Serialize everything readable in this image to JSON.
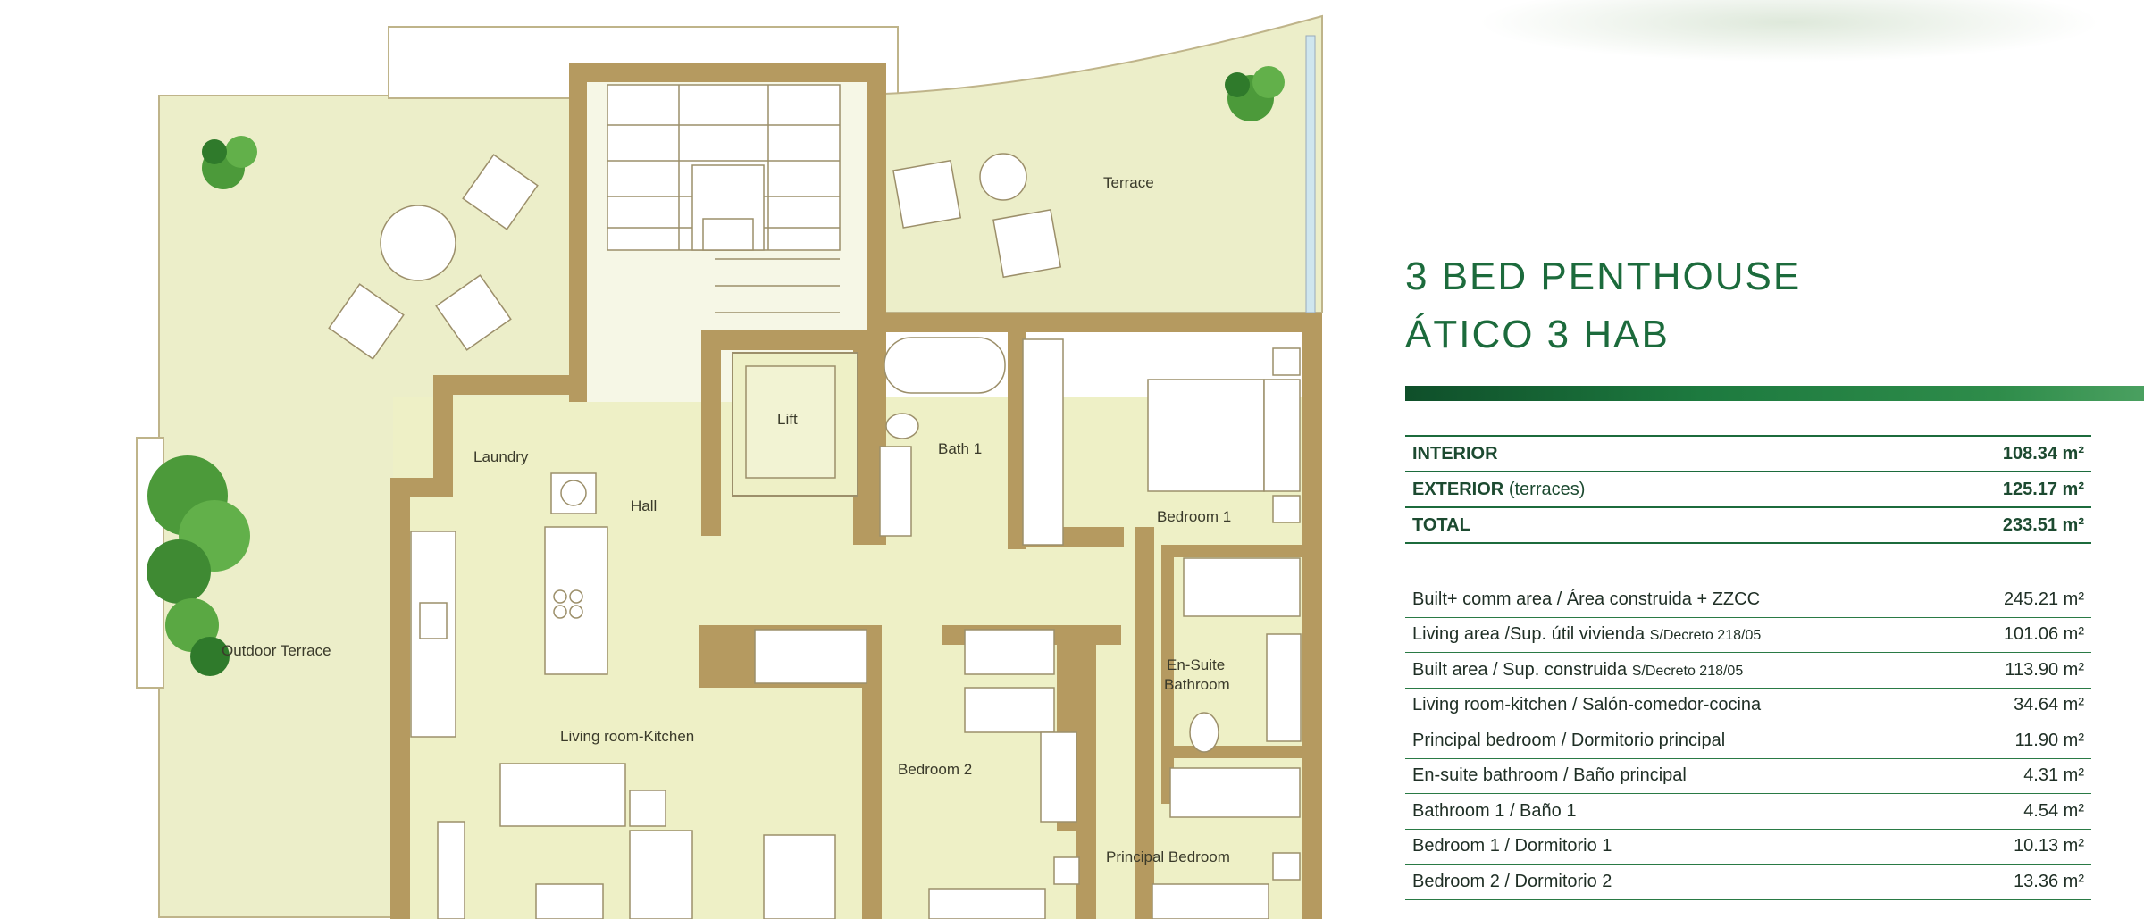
{
  "title": {
    "line1": "3 BED PENTHOUSE",
    "line2": "ÁTICO 3 HAB"
  },
  "summary": {
    "interior": {
      "label": "INTERIOR",
      "value": "108.34 m²"
    },
    "exterior": {
      "label": "EXTERIOR",
      "label_suffix": "(terraces)",
      "value": "125.17 m²"
    },
    "total": {
      "label": "TOTAL",
      "value": "233.51 m²"
    }
  },
  "details": [
    {
      "label": "Built+ comm  area / Área construida + ZZCC",
      "small": "",
      "value": "245.21 m²"
    },
    {
      "label": "Living area /Sup. útil vivienda ",
      "small": "S/Decreto 218/05",
      "value": "101.06 m²"
    },
    {
      "label": "Built area / Sup. construida ",
      "small": "S/Decreto 218/05",
      "value": "113.90 m²"
    },
    {
      "label": "Living room-kitchen / Salón-comedor-cocina",
      "small": "",
      "value": "34.64 m²"
    },
    {
      "label": "Principal bedroom / Dormitorio principal",
      "small": "",
      "value": "11.90 m²"
    },
    {
      "label": "En-suite bathroom / Baño principal",
      "small": "",
      "value": "4.31 m²"
    },
    {
      "label": "Bathroom 1 / Baño 1",
      "small": "",
      "value": "4.54 m²"
    },
    {
      "label": "Bedroom 1 / Dormitorio 1",
      "small": "",
      "value": "10.13 m²"
    },
    {
      "label": "Bedroom 2 / Dormitorio 2",
      "small": "",
      "value": "13.36 m²"
    }
  ],
  "rooms": {
    "terrace": "Terrace",
    "laundry": "Laundry",
    "lift": "Lift",
    "bath1": "Bath 1",
    "hall": "Hall",
    "bedroom1": "Bedroom 1",
    "outdoor_terrace": "Outdoor Terrace",
    "ensuite_line1": "En-Suite",
    "ensuite_line2": "Bathroom",
    "living_kitchen": "Living room-Kitchen",
    "bedroom2": "Bedroom 2",
    "principal_bedroom": "Principal Bedroom"
  },
  "colors": {
    "accent_green": "#1c6b3c",
    "wall": "#b59a60",
    "floor": "#eef0c6",
    "terrace": "#eceec9"
  }
}
